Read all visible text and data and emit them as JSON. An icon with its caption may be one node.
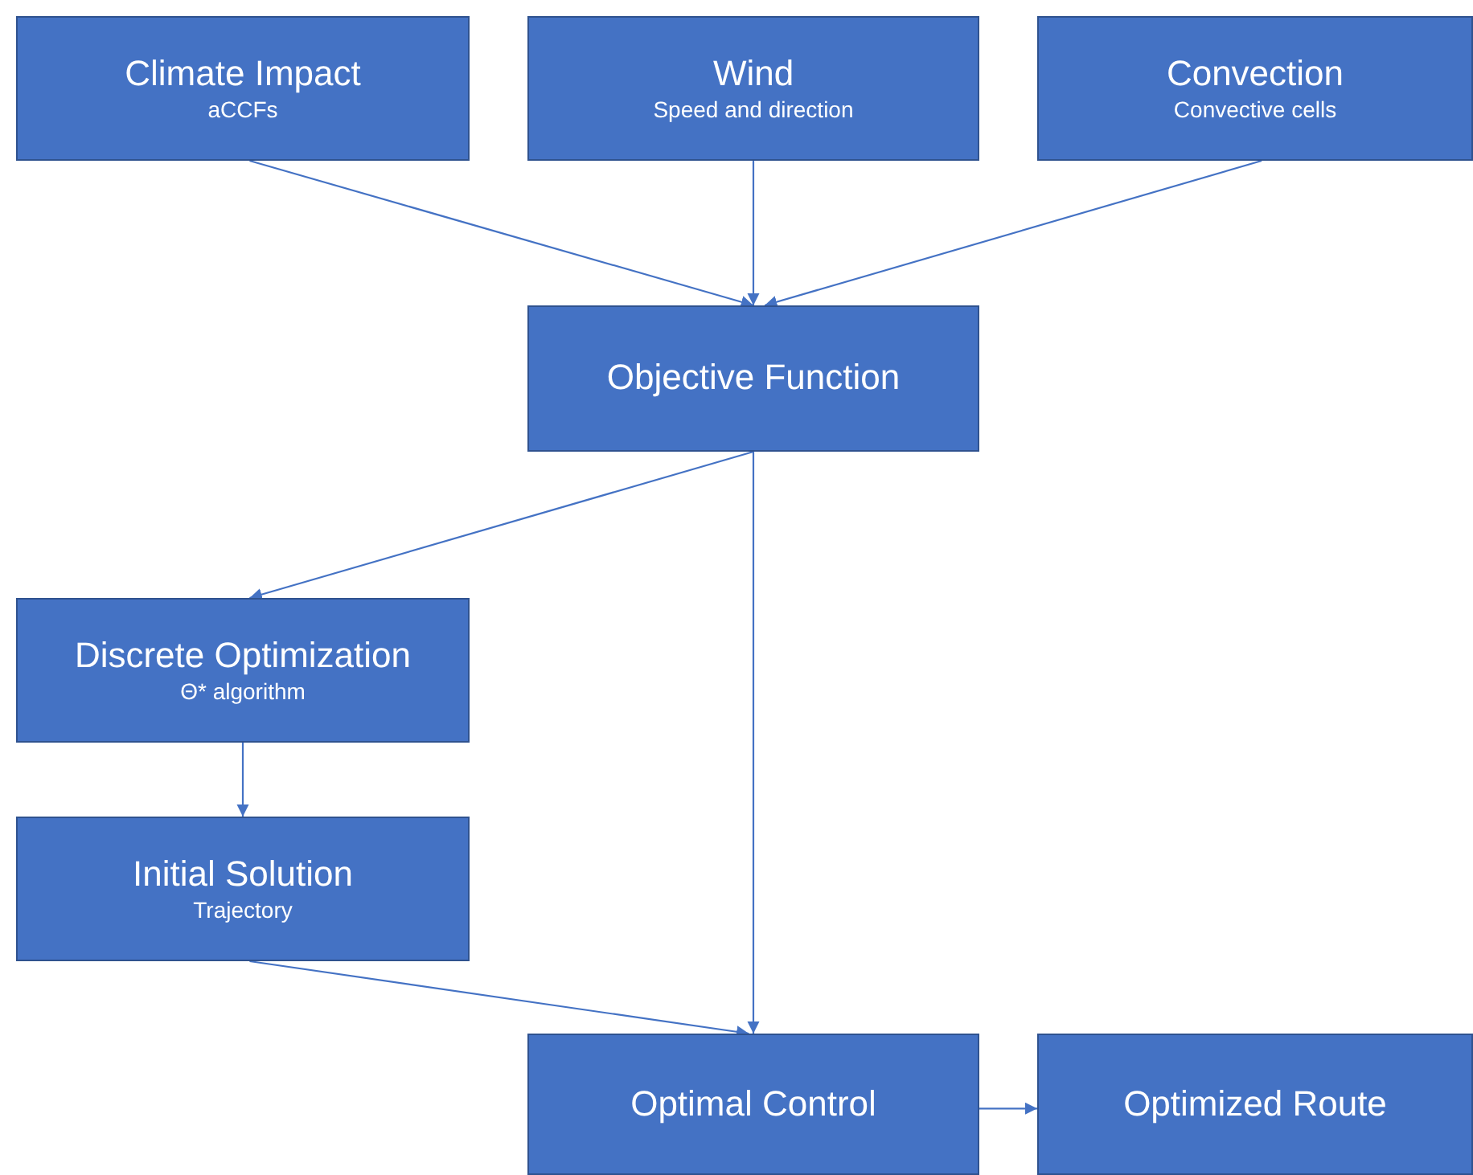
{
  "diagram": {
    "nodes": [
      {
        "text": [
          "Climate Impact",
          "aCCFs"
        ]
      },
      {
        "text": [
          "Wind",
          "Speed and direction"
        ]
      },
      {
        "text": [
          "Convection",
          "Convective cells"
        ]
      },
      {
        "text": [
          "Objective Function"
        ]
      },
      {
        "text": [
          "Discrete Optimization",
          "Θ* algorithm"
        ]
      },
      {
        "text": [
          "Initial Solution",
          "Trajectory"
        ]
      },
      {
        "text": [
          "Optimal Control"
        ]
      },
      {
        "text": [
          "Optimized Route"
        ]
      }
    ],
    "edges": [
      {
        "from": 0,
        "to": 3,
        "arrow": "to"
      },
      {
        "from": 1,
        "to": 3,
        "arrow": "to"
      },
      {
        "from": 2,
        "to": 3,
        "arrow": "to"
      },
      {
        "from": 3,
        "to": 4,
        "arrow": "to"
      },
      {
        "from": 4,
        "to": 5,
        "arrow": "to"
      },
      {
        "from": 5,
        "to": 6,
        "arrow": "to"
      },
      {
        "from": 3,
        "to": 6,
        "arrow": "to"
      },
      {
        "from": 6,
        "to": 7,
        "arrow": "to"
      }
    ]
  }
}
